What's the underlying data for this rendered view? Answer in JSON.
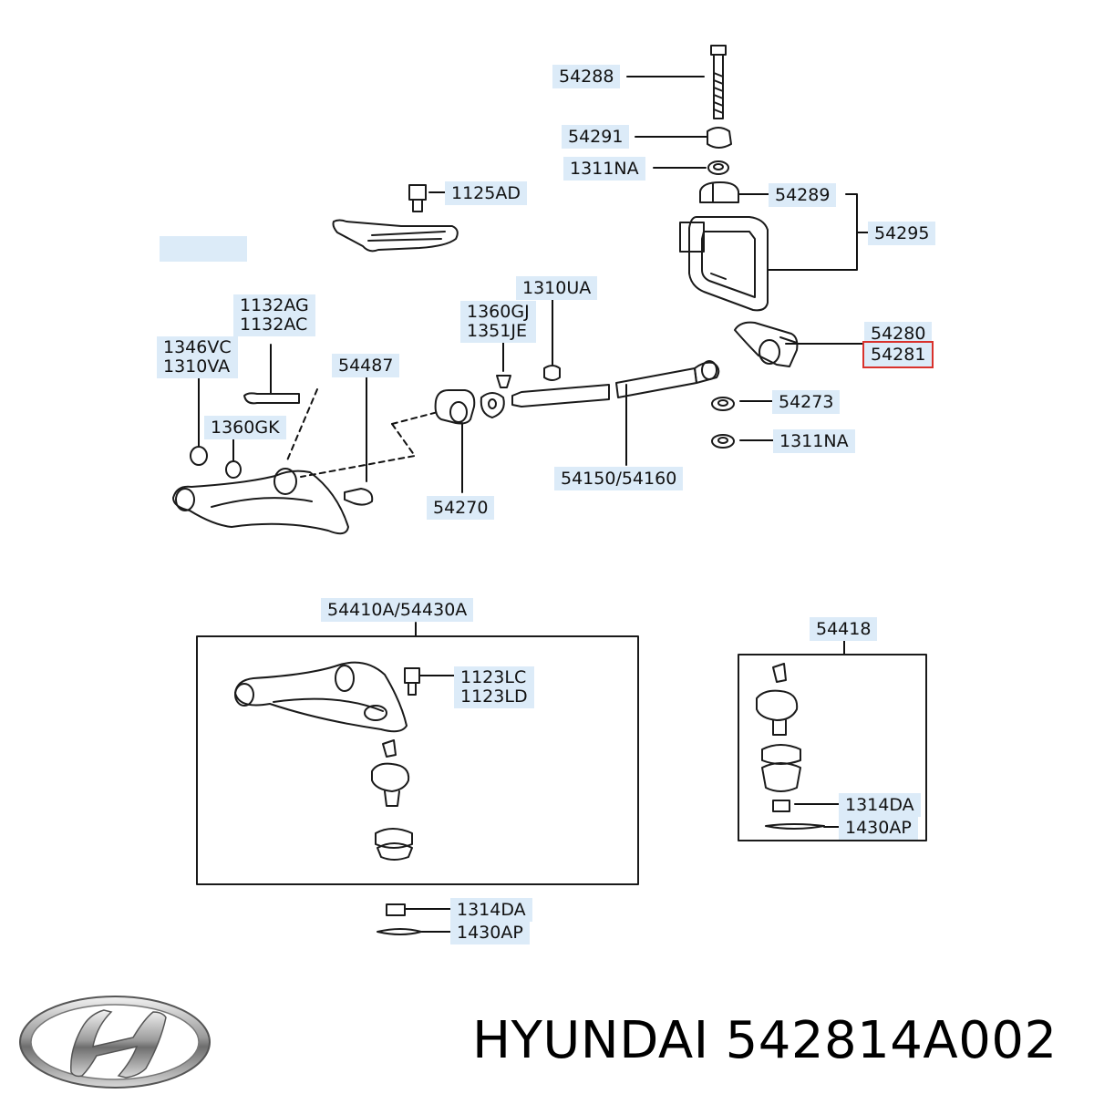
{
  "callouts": {
    "c54288": "54288",
    "c54291": "54291",
    "c1311na_top": "1311NA",
    "c1125ad": "1125AD",
    "c54289": "54289",
    "c54295": "54295",
    "c1310ua": "1310UA",
    "c1360gj": "1360GJ",
    "c1351je": "1351JE",
    "c1132ag": "1132AG",
    "c1132ac": "1132AC",
    "c1346vc": "1346VC",
    "c1310va": "1310VA",
    "c54487": "54487",
    "c54280": "54280",
    "c54281": "54281",
    "c54273": "54273",
    "c1311na_mid": "1311NA",
    "c1360gk": "1360GK",
    "c54150": "54150/54160",
    "c54270": "54270",
    "c54410a": "54410A/54430A",
    "c54418": "54418",
    "c1123lc": "1123LC",
    "c1123ld": "1123LD",
    "c1314da_right": "1314DA",
    "c1430ap_right": "1430AP",
    "c1314da_bottom": "1314DA",
    "c1430ap_bottom": "1430AP"
  },
  "highlighted_part": "54281",
  "caption": {
    "brand": "HYUNDAI",
    "part_number": "542814A002"
  },
  "logo": "hyundai-logo"
}
